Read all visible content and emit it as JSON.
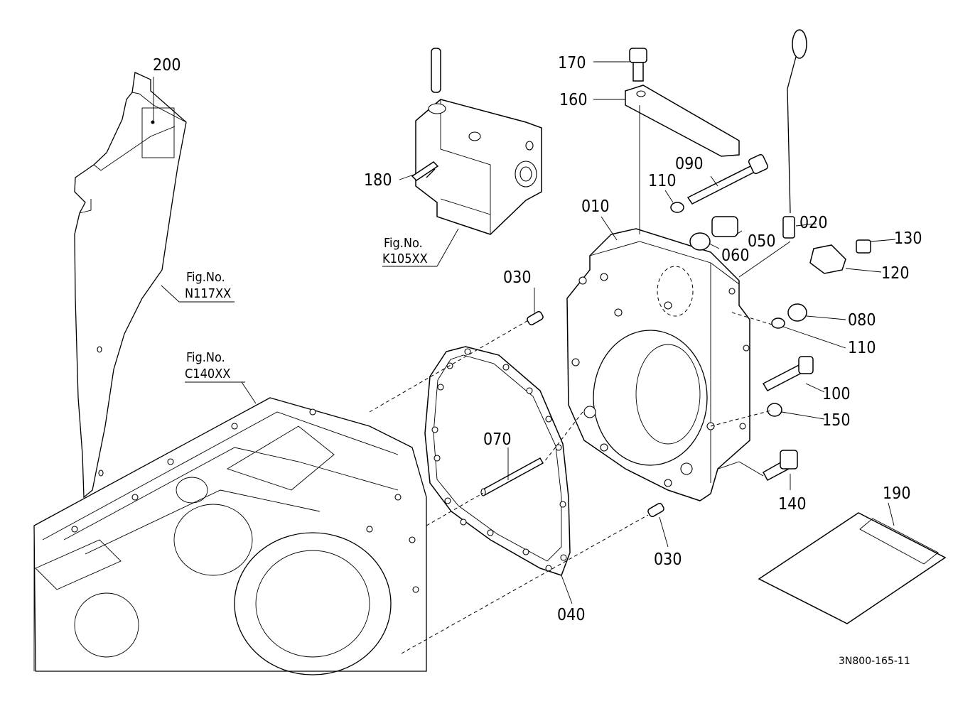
{
  "diagram": {
    "parts": [
      {
        "id": "part-010",
        "label": "010"
      },
      {
        "id": "part-020",
        "label": "020"
      },
      {
        "id": "part-030-upper",
        "label": "030"
      },
      {
        "id": "part-030-lower",
        "label": "030"
      },
      {
        "id": "part-040",
        "label": "040"
      },
      {
        "id": "part-050",
        "label": "050"
      },
      {
        "id": "part-060",
        "label": "060"
      },
      {
        "id": "part-070",
        "label": "070"
      },
      {
        "id": "part-080",
        "label": "080"
      },
      {
        "id": "part-090",
        "label": "090"
      },
      {
        "id": "part-100",
        "label": "100"
      },
      {
        "id": "part-110-upper",
        "label": "110"
      },
      {
        "id": "part-110-lower",
        "label": "110"
      },
      {
        "id": "part-120",
        "label": "120"
      },
      {
        "id": "part-130",
        "label": "130"
      },
      {
        "id": "part-140",
        "label": "140"
      },
      {
        "id": "part-150",
        "label": "150"
      },
      {
        "id": "part-160",
        "label": "160"
      },
      {
        "id": "part-170",
        "label": "170"
      },
      {
        "id": "part-180",
        "label": "180"
      },
      {
        "id": "part-190",
        "label": "190"
      },
      {
        "id": "part-200",
        "label": "200"
      }
    ],
    "figure_refs": [
      {
        "id": "ref-k105xx",
        "line1": "Fig.No.",
        "line2": "K105XX"
      },
      {
        "id": "ref-n117xx",
        "line1": "Fig.No.",
        "line2": "N117XX"
      },
      {
        "id": "ref-c140xx",
        "line1": "Fig.No.",
        "line2": "C140XX"
      }
    ],
    "drawing_code": "3N800-165-11"
  }
}
